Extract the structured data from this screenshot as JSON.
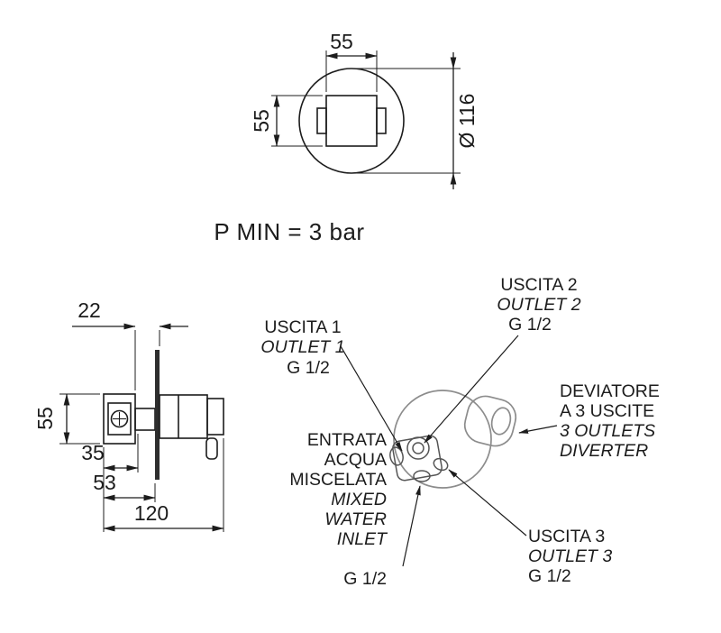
{
  "colors": {
    "line": "#1c1c1c",
    "drawing_gray": "#8c8c8c",
    "background": "#ffffff"
  },
  "notes": {
    "pressure": "P MIN = 3 bar"
  },
  "front_view": {
    "dim_width": "55",
    "dim_height": "55",
    "dim_diameter": "Ø 116"
  },
  "side_view": {
    "dim_setback": "22",
    "dim_height": "55",
    "dim_mid": "35",
    "dim_plate": "53",
    "dim_total": "120"
  },
  "callouts": {
    "outlet1": {
      "it": "USCITA 1",
      "en": "OUTLET 1",
      "thread": "G 1/2"
    },
    "outlet2": {
      "it": "USCITA 2",
      "en": "OUTLET 2",
      "thread": "G 1/2"
    },
    "outlet3": {
      "it": "USCITA 3",
      "en": "OUTLET 3",
      "thread": "G 1/2"
    },
    "inlet": {
      "it1": "ENTRATA",
      "it2": "ACQUA",
      "it3": "MISCELATA",
      "en1": "MIXED",
      "en2": "WATER",
      "en3": "INLET",
      "thread": "G 1/2"
    },
    "diverter": {
      "it1": "DEVIATORE",
      "it2": "A 3 USCITE",
      "en1": "3 OUTLETS",
      "en2": "DIVERTER"
    }
  }
}
